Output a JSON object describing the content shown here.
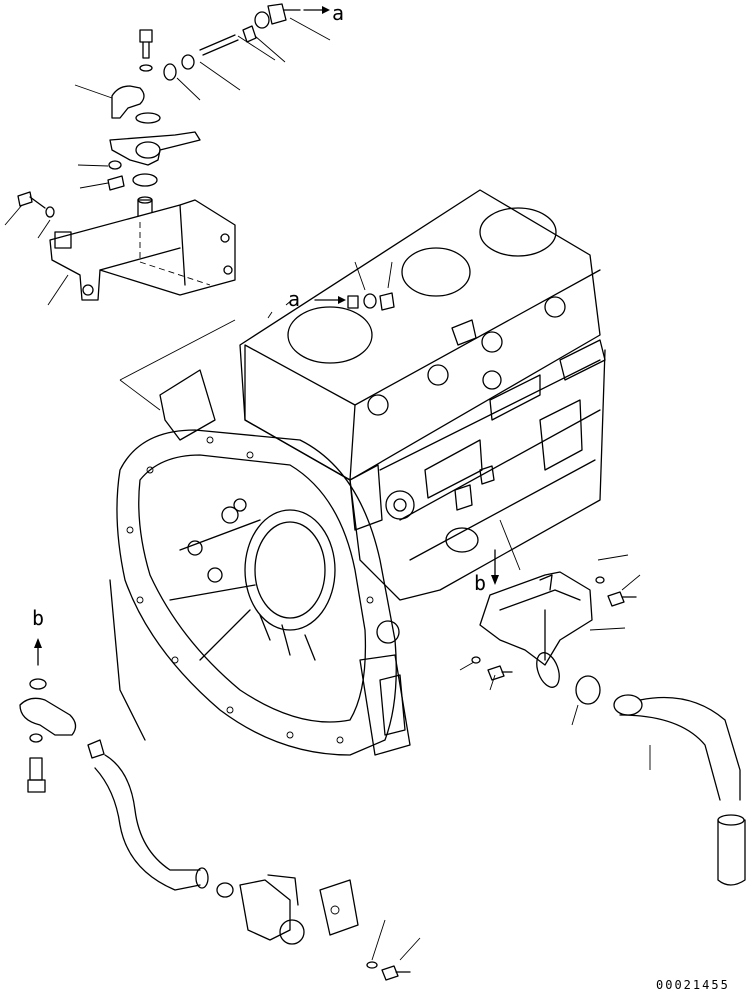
{
  "labels": {
    "ref_a_top": "a",
    "ref_a_mid": "a",
    "ref_b_mid": "b",
    "ref_b_left": "b"
  },
  "drawing_code": "00021455"
}
